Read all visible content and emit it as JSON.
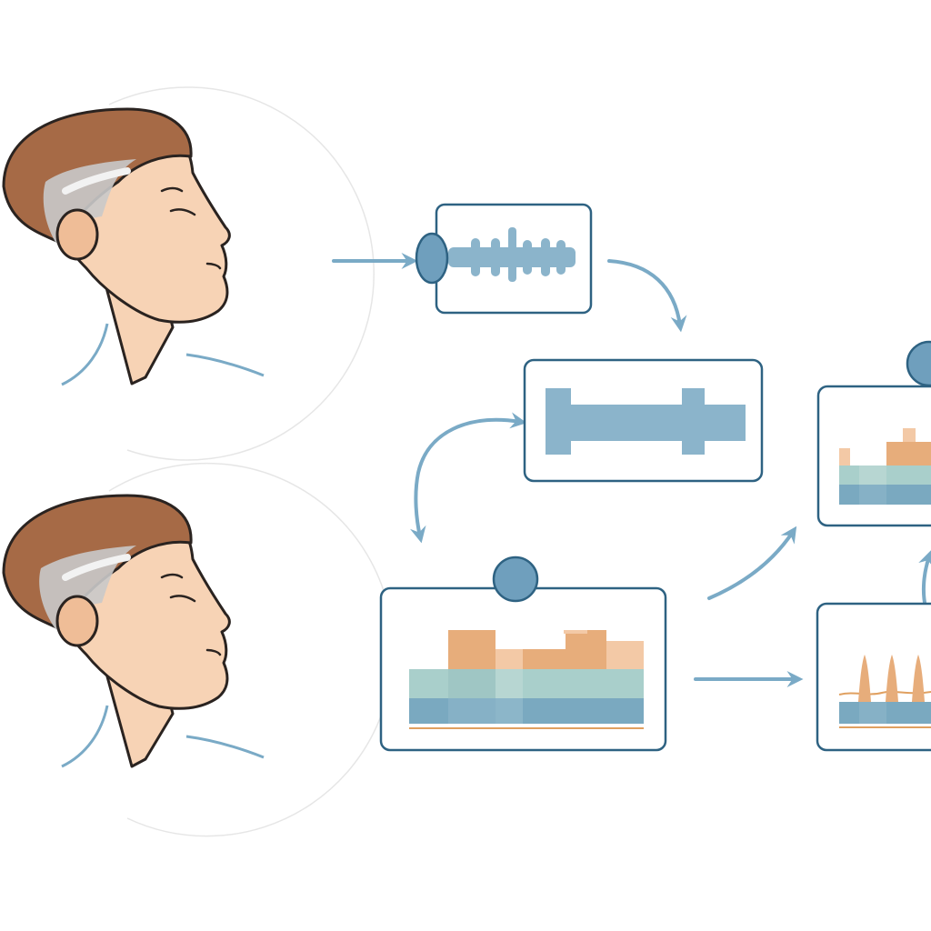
{
  "diagram": {
    "subjects": [
      {
        "id": "subject-1",
        "role": "sleeping-person-with-electrodes"
      },
      {
        "id": "subject-2",
        "role": "sleeping-person-with-electrodes"
      }
    ],
    "nodes": [
      {
        "id": "raw-signal-panel",
        "icon": "waveform-icon"
      },
      {
        "id": "filtered-signal-panel",
        "icon": "bandpass-filter-icon"
      },
      {
        "id": "spectrogram-panel",
        "icon": "spectrogram-icon"
      },
      {
        "id": "feature-panel",
        "icon": "spectrogram-icon"
      },
      {
        "id": "spike-panel",
        "icon": "spike-detection-icon"
      }
    ],
    "edges": [
      {
        "from": "subject-1",
        "to": "raw-signal-panel"
      },
      {
        "from": "raw-signal-panel",
        "to": "filtered-signal-panel"
      },
      {
        "from": "filtered-signal-panel",
        "to": "spectrogram-panel",
        "bidirectional": true
      },
      {
        "from": "spectrogram-panel",
        "to": "feature-panel"
      },
      {
        "from": "spectrogram-panel",
        "to": "spike-panel"
      },
      {
        "from": "spike-panel",
        "to": "feature-panel"
      }
    ]
  },
  "colors": {
    "skin": "#f7d3b5",
    "skin_shadow": "#efbd97",
    "hair": "#a66a46",
    "outline": "#2a2320",
    "electrode": "#c9c9c9",
    "panel_border": "#2e6282",
    "arrow": "#7aaac6",
    "signal_blue": "#8bb4cb",
    "band_blue": "#7aa9c0",
    "band_teal": "#a9cfcb",
    "band_orange": "#e7ad7b",
    "band_light_orange": "#f3c9a6",
    "knob": "#6f9fbd"
  }
}
